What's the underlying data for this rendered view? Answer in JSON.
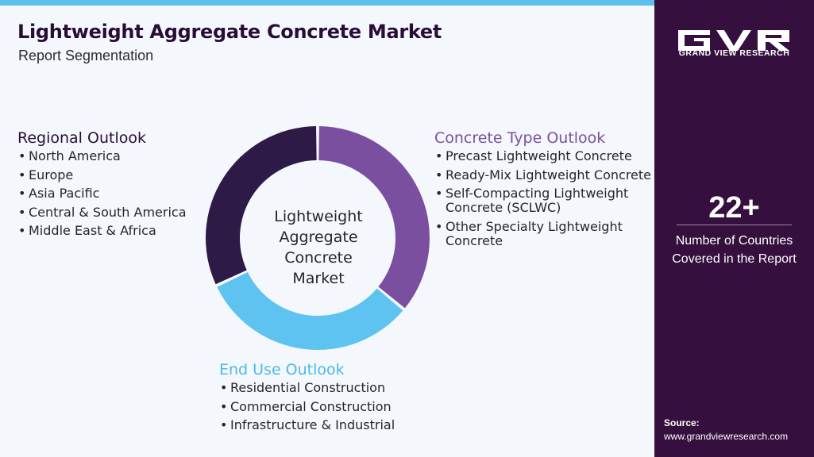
{
  "header": {
    "title": "Lightweight Aggregate Concrete Market",
    "subtitle": "Report Segmentation"
  },
  "brand": {
    "logo_icon": "gvr-logo-icon",
    "name": "GRAND VIEW RESEARCH"
  },
  "colors": {
    "accent_blue": "#5bc0eb",
    "dark_purple": "#35103f",
    "segment_regional": "#2e1a47",
    "segment_type": "#7b4fa0",
    "segment_enduse": "#5ec3f0"
  },
  "donut": {
    "center_lines": [
      "Lightweight",
      "Aggregate",
      "Concrete",
      "Market"
    ],
    "segments": [
      {
        "key": "type",
        "color": "#7b4fa0",
        "share": 0.36
      },
      {
        "key": "enduse",
        "color": "#5ec3f0",
        "share": 0.32
      },
      {
        "key": "regional",
        "color": "#2e1a47",
        "share": 0.32
      }
    ]
  },
  "segments": {
    "regional": {
      "title": "Regional Outlook",
      "items": [
        "North America",
        "Europe",
        "Asia Pacific",
        "Central & South America",
        "Middle East & Africa"
      ]
    },
    "concrete_type": {
      "title": "Concrete Type Outlook",
      "items": [
        "Precast Lightweight Concrete",
        "Ready-Mix Lightweight Concrete",
        "Self-Compacting Lightweight Concrete (SCLWC)",
        "Other Specialty Lightweight Concrete"
      ]
    },
    "end_use": {
      "title": "End Use Outlook",
      "items": [
        "Residential Construction",
        "Commercial Construction",
        "Infrastructure & Industrial"
      ]
    }
  },
  "stat": {
    "value": "22+",
    "label_line1": "Number of Countries",
    "label_line2": "Covered in the Report"
  },
  "source": {
    "label": "Source:",
    "url": "www.grandviewresearch.com"
  }
}
